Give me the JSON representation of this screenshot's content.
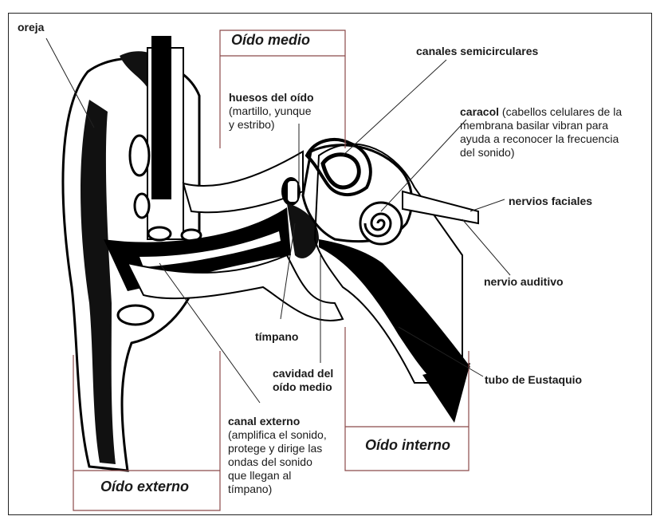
{
  "labels": {
    "oreja": "oreja",
    "canales": "canales semicirculares",
    "huesos_title": "huesos del oído",
    "huesos_desc": [
      "(martillo, yunque",
      "y estribo)"
    ],
    "caracol_title": "caracol",
    "caracol_desc": [
      " (cabellos celulares de la",
      "membrana basilar vibran para",
      "ayuda a reconocer la frecuencia",
      "del sonido)"
    ],
    "nervios_faciales": "nervios faciales",
    "nervio_auditivo": "nervio auditivo",
    "timpano": "tímpano",
    "cavidad": [
      "cavidad del",
      "oído medio"
    ],
    "tubo": "tubo de Eustaquio",
    "canal_title": "canal externo",
    "canal_desc": [
      "(amplifica el sonido,",
      "protege y dirige las",
      "ondas del sonido",
      "que llegan al",
      "tímpano)"
    ]
  },
  "sections": {
    "medio": "Oído medio",
    "interno": "Oído interno",
    "externo": "Oído externo"
  }
}
